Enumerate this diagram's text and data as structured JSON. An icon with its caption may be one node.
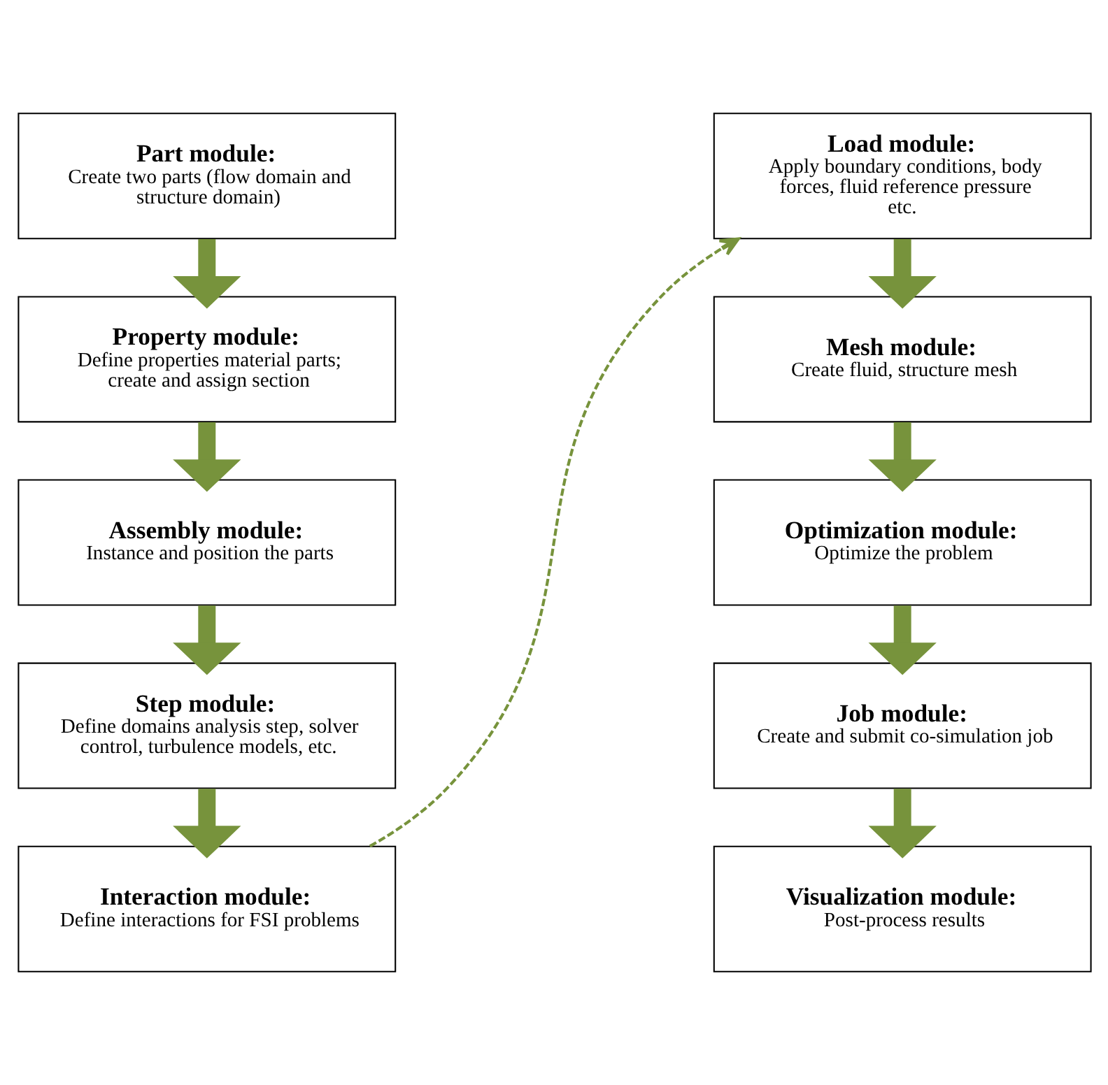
{
  "diagram": {
    "nodes": [
      {
        "text": [
          "Part module:",
          "Create two parts (flow domain and structure domain)"
        ]
      },
      {
        "text": [
          "Property module:",
          "Define properties material parts; create and assign section"
        ]
      },
      {
        "text": [
          "Assembly module:",
          "Instance and position the parts"
        ]
      },
      {
        "text": [
          "Step module:",
          "Define domains analysis step, solver control, turbulence models, etc."
        ]
      },
      {
        "text": [
          "Interaction module:",
          "Define interactions for FSI problems"
        ]
      },
      {
        "text": [
          "Load module:",
          "Apply boundary conditions, body forces, fluid reference pressure etc."
        ]
      },
      {
        "text": [
          "Mesh module:",
          "Create fluid, structure mesh"
        ]
      },
      {
        "text": [
          "Optimization module:",
          "Optimize the problem"
        ]
      },
      {
        "text": [
          "Job module:",
          "Create and submit co-simulation job"
        ]
      },
      {
        "text": [
          "Visualization module:",
          "Post-process results"
        ]
      }
    ],
    "edges": [
      {
        "from": 0,
        "to": 1,
        "arrow": "to"
      },
      {
        "from": 1,
        "to": 2,
        "arrow": "to"
      },
      {
        "from": 2,
        "to": 3,
        "arrow": "to"
      },
      {
        "from": 3,
        "to": 4,
        "arrow": "to"
      },
      {
        "from": 4,
        "to": 5,
        "arrow": "to",
        "style": "dashed"
      },
      {
        "from": 5,
        "to": 6,
        "arrow": "to"
      },
      {
        "from": 6,
        "to": 7,
        "arrow": "to"
      },
      {
        "from": 7,
        "to": 8,
        "arrow": "to"
      },
      {
        "from": 8,
        "to": 9,
        "arrow": "to"
      }
    ]
  }
}
